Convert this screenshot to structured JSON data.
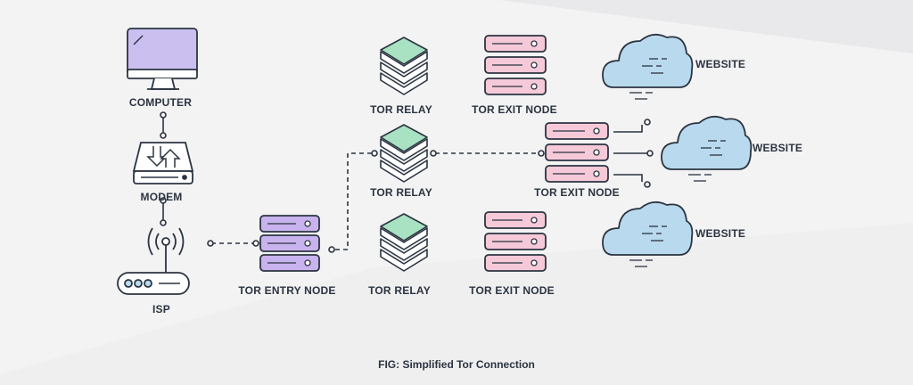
{
  "labels": {
    "computer": "COMPUTER",
    "modem": "MODEM",
    "isp": "ISP",
    "entry_node": "TOR ENTRY NODE",
    "relay_top": "TOR RELAY",
    "relay_mid": "TOR RELAY",
    "relay_bottom": "TOR RELAY",
    "exit_top": "TOR EXIT NODE",
    "exit_mid": "TOR EXIT NODE",
    "exit_bottom": "TOR EXIT NODE",
    "website_top": "WEBSITE",
    "website_mid": "WEBSITE",
    "website_bottom": "WEBSITE"
  },
  "caption": "FIG: Simplified Tor Connection",
  "colors": {
    "background": "#f3f3f4",
    "outline": "#2b3440",
    "computer_screen": "#cbbff0",
    "entry_node_server": "#c9b3ee",
    "relay_green": "#a8e2c2",
    "exit_node_pink": "#f6c9d9",
    "cloud_blue": "#b9d9ee"
  }
}
